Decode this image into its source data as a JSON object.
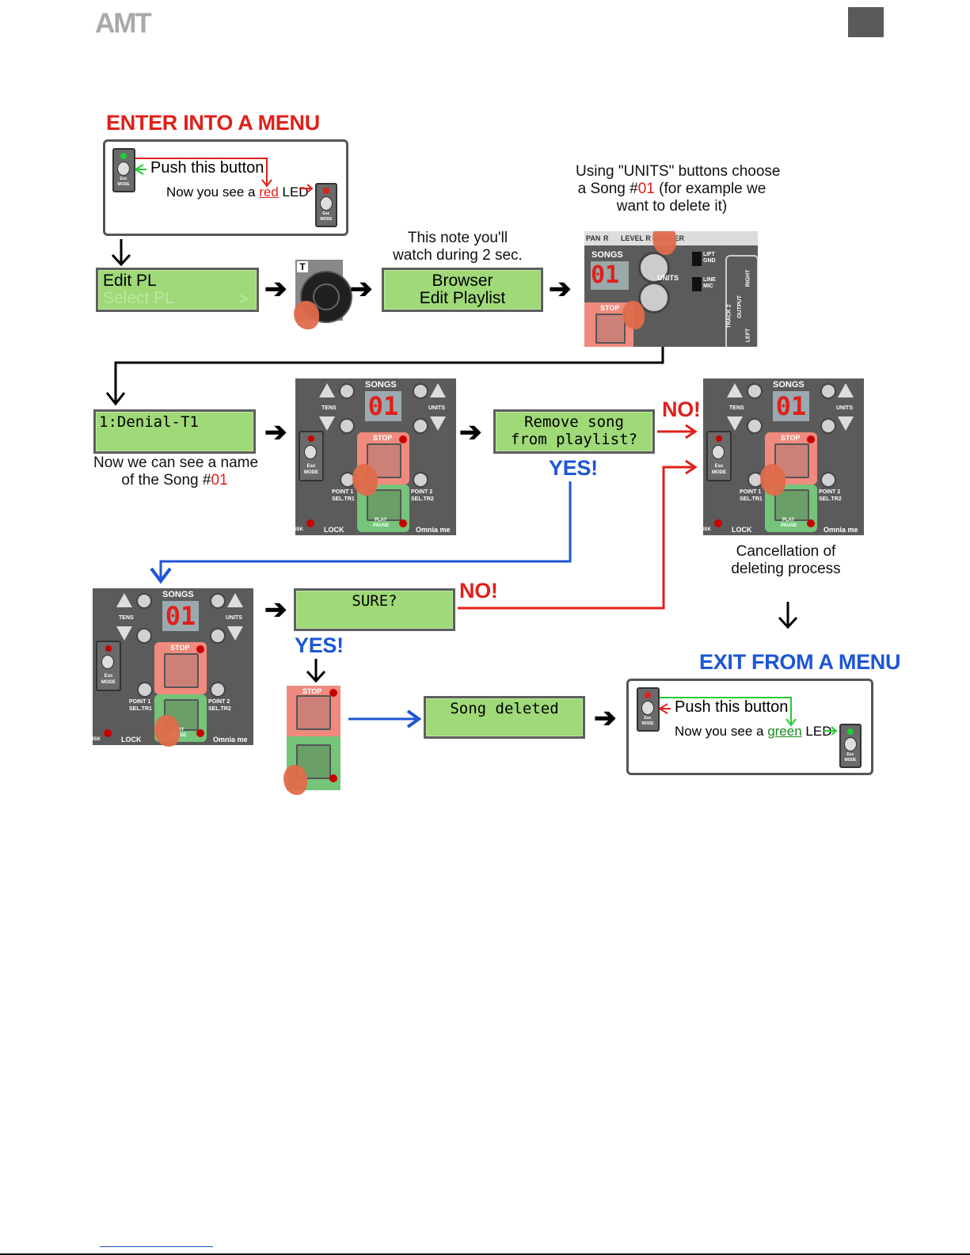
{
  "header": {
    "logo_text": "AMT"
  },
  "titles": {
    "enter": "ENTER INTO A MENU",
    "exit": "EXIT FROM A MENU"
  },
  "enter_box": {
    "push": "Push this button",
    "now_pre": "Now you see a ",
    "now_color": "red",
    "now_post": " LED"
  },
  "exit_box": {
    "push": "Push this button",
    "now_pre": "Now you see a ",
    "now_color": "green",
    "now_post": " LED"
  },
  "lcd": {
    "edit_pl": "Edit PL",
    "select_pl": "Select PL",
    "select_arrow": ">",
    "browser": "Browser",
    "edit_playlist": "Edit Playlist",
    "song_name": "1:Denial-T1",
    "remove_1": "Remove song",
    "remove_2": "from playlist?",
    "sure": "SURE?",
    "deleted": "Song deleted"
  },
  "captions": {
    "note_1": "This note you'll",
    "note_2": "watch during 2 sec.",
    "units_1": "Using \"UNITS\" buttons choose",
    "units_2_pre": "a Song #",
    "units_2_num": "01",
    "units_2_post": " (for example we",
    "units_3": "want to delete it)",
    "name_1": "Now we can see a name",
    "name_2_pre": "of the Song #",
    "name_2_num": "01",
    "cancel_1": "Cancellation of",
    "cancel_2": "deleting process"
  },
  "answers": {
    "no": "NO!",
    "yes": "YES!"
  },
  "panel": {
    "songs": "SONGS",
    "tens": "TENS",
    "units": "UNITS",
    "stop": "STOP",
    "play": "PLAY",
    "pause": "PAUSE",
    "point1": "POINT 1",
    "seltr1": "SEL.TR1",
    "point2": "POINT 2",
    "seltr2": "SEL.TR2",
    "lock": "LOCK",
    "omnia": "Omnia me",
    "esc": "Esc",
    "mode": "MODE",
    "isk": "ISK",
    "digits": "01"
  },
  "units_photo": {
    "pan": "PAN",
    "r": "R",
    "level_r": "LEVEL R",
    "master": "MASTER",
    "songs": "SONGS",
    "units": "UNITS",
    "stop": "STOP",
    "lift": "LIFT",
    "gnd": "GND",
    "line": "LINE",
    "mic": "MIC",
    "track2": "TRACK 2",
    "output": "OUTPUT",
    "right": "RIGHT",
    "left": "LEFT",
    "digits": "01"
  },
  "icons": [
    "right-arrow-icon",
    "down-arrow-icon",
    "hand-pointer-icon",
    "esc-mode-button-icon",
    "led-icon"
  ],
  "colors": {
    "red": "#e0201a",
    "blue": "#1d56d6",
    "green_arrow": "#22cc33",
    "lcd": "#9fd978"
  }
}
